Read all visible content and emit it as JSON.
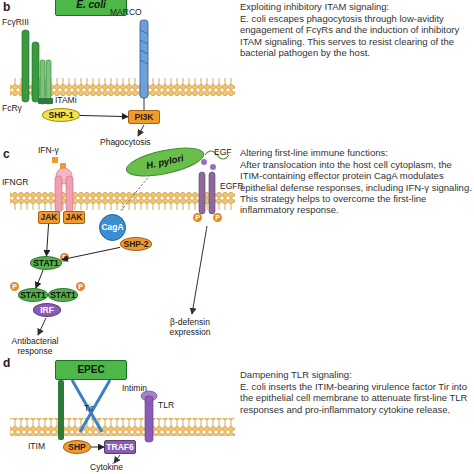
{
  "diagram": {
    "nodes": [
      {
        "text": [
          "E. coli"
        ]
      },
      {
        "text": [
          "SHP-1"
        ]
      },
      {
        "text": [
          "PI3K"
        ]
      },
      {
        "text": [
          "H. pylori"
        ]
      },
      {
        "text": [
          "JAK"
        ]
      },
      {
        "text": [
          "JAK"
        ]
      },
      {
        "text": [
          "CagA"
        ]
      },
      {
        "text": [
          "SHP-2"
        ]
      },
      {
        "text": [
          "STAT1"
        ]
      },
      {
        "text": [
          "STAT1"
        ]
      },
      {
        "text": [
          "STAT1"
        ]
      },
      {
        "text": [
          "IRF"
        ]
      },
      {
        "text": [
          "EPEC"
        ]
      },
      {
        "text": [
          "SHP"
        ]
      },
      {
        "text": [
          "TRAF6"
        ]
      }
    ],
    "edges": [
      {
        "from": 1,
        "to": 2,
        "arrow": "to"
      },
      {
        "from": 4,
        "to": 8,
        "arrow": "to"
      },
      {
        "from": 8,
        "to": 9,
        "arrow": "to"
      },
      {
        "from": 6,
        "to": 7,
        "arrow": "none"
      },
      {
        "from": 7,
        "to": 8,
        "arrow": "to"
      },
      {
        "from": 13,
        "to": 14,
        "arrow": "to"
      }
    ],
    "labels": [
      "b",
      "FcγRIII",
      "MARCO",
      "FcRγ",
      "ITAMi",
      "Phagocytosis",
      "Exploiting inhibitory ITAM signaling:",
      "E. coli escapes phagocytosis through low-avidity engagement of FcγRs and the induction of inhibitory ITAM signaling. This serves to resist clearing of the bacterial pathogen by the host.",
      "c",
      "IFN-γ",
      "EGF",
      "IFNGR",
      "EGFR",
      "P",
      "P",
      "P",
      "P",
      "P",
      "Antibacterial response",
      "β-defensin expression",
      "Altering first-line immune functions:",
      "After translocation into the host cell cytoplasm, the ITIM-containing effector protein CagA modulates epithelial defense responses, including IFN-γ signaling. This strategy helps to overcome the first-line inflammatory response.",
      "d",
      "Intimin",
      "Tir",
      "TLR",
      "ITIM",
      "Cytokine",
      "Dampening TLR signaling:",
      "E. coli inserts the ITIM-bearing virulence factor Tir into the epithelial cell membrane to attenuate first-line TLR responses and pro-inflammatory cytokine release."
    ]
  }
}
